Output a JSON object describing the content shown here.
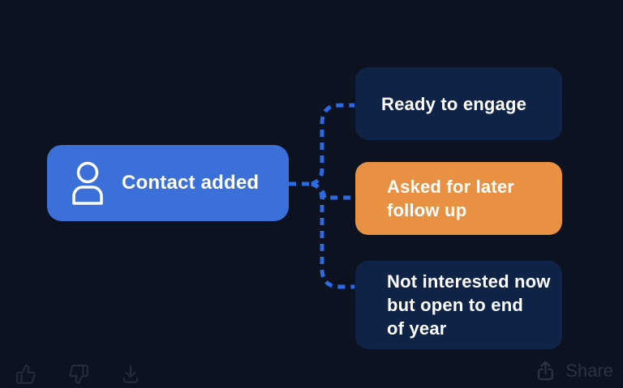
{
  "canvas": {
    "background": "#0c1220"
  },
  "diagram": {
    "root": {
      "label": "Contact added",
      "icon": "person-icon",
      "background": "#3b70d8",
      "text_color": "#ffffff"
    },
    "branches": [
      {
        "label": "Ready to engage",
        "background": "#0f2347",
        "text_color": "#ffffff"
      },
      {
        "label": "Asked for later\nfollow up",
        "background": "#e99142",
        "text_color": "#ffffff"
      },
      {
        "label": "Not interested now\nbut open to end\nof year",
        "background": "#0f2347",
        "text_color": "#ffffff"
      }
    ],
    "connector": {
      "color": "#2b6ae0",
      "style": "dashed"
    }
  },
  "toolbar": {
    "icons": [
      "thumbs-up-icon",
      "thumbs-down-icon",
      "download-icon"
    ],
    "icon_color": "#252b3b",
    "share": {
      "icon": "share-upload-icon",
      "label": "Share",
      "color": "#2b3243"
    }
  }
}
